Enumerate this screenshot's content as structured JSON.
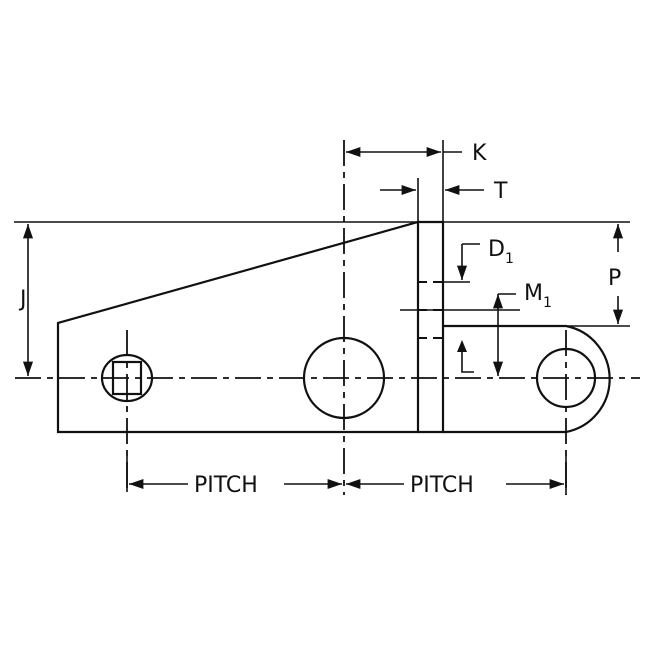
{
  "labels": {
    "k": "K",
    "t": "T",
    "j": "J",
    "p": "P",
    "d": "D",
    "d_sub": "1",
    "m": "M",
    "m_sub": "1",
    "pitch_left": "PITCH",
    "pitch_right": "PITCH"
  }
}
